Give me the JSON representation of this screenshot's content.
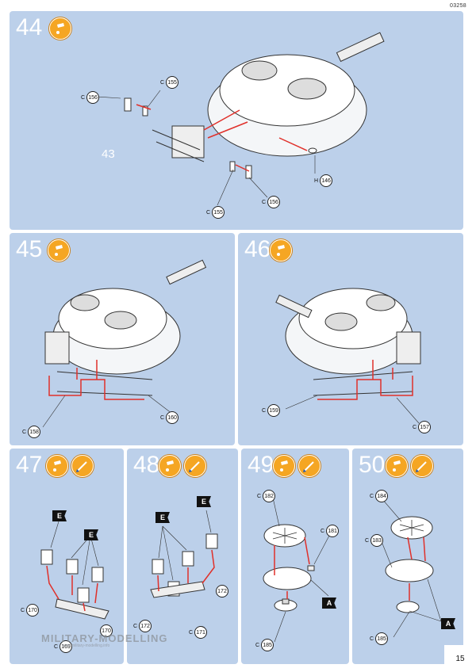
{
  "header": {
    "doc_code": "03258"
  },
  "steps": {
    "s44": {
      "num": "44"
    },
    "s45": {
      "num": "45"
    },
    "s46": {
      "num": "46"
    },
    "s47": {
      "num": "47"
    },
    "s48": {
      "num": "48"
    },
    "s49": {
      "num": "49"
    },
    "s50": {
      "num": "50"
    }
  },
  "labels": {
    "s44": {
      "c155a": "155",
      "c156a": "156",
      "ref43": "43",
      "h146": "146",
      "c155b": "155",
      "c156b": "156"
    },
    "s45": {
      "c158": "158",
      "c160": "160"
    },
    "s46": {
      "c159": "159",
      "c157": "157"
    },
    "s47": {
      "flagE1": "E",
      "flagE2": "E",
      "c170a": "170",
      "c170b": "170",
      "c169": "169"
    },
    "s48": {
      "flagE1": "E",
      "flagE2": "E",
      "c172a": "172",
      "c172b": "172",
      "c171": "171"
    },
    "s49": {
      "c182": "182",
      "c181": "181",
      "flagA": "A",
      "c185": "185"
    },
    "s50": {
      "c184": "184",
      "c183": "183",
      "flagA": "A",
      "c185": "185"
    }
  },
  "prefixes": {
    "c": "C",
    "h": "H"
  },
  "icons": [
    "glue-icon",
    "paint-brush-icon"
  ],
  "colors": {
    "panel": "#bcd0ea",
    "icon": "#f5a623",
    "arrow": "#e0302a"
  },
  "watermark": {
    "title": "MILITARY-MODELLING",
    "url": "www.military-modelling.info"
  },
  "footer": {
    "page_number": "15"
  }
}
